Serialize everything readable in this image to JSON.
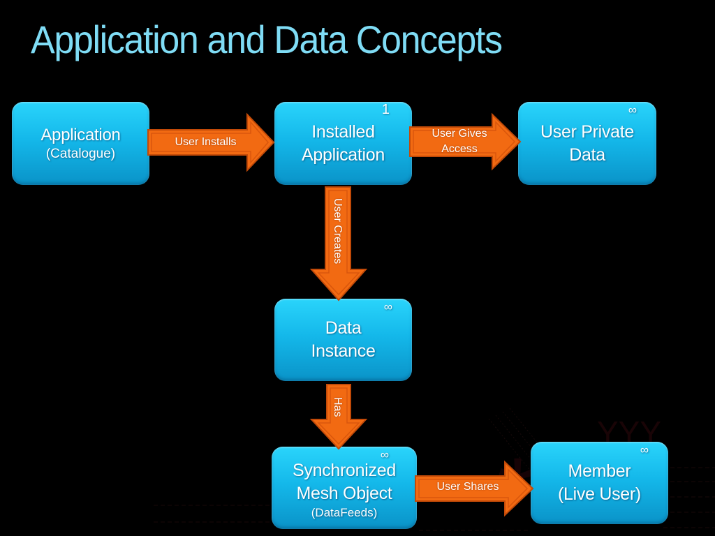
{
  "slide": {
    "title": "Application and Data Concepts",
    "colors": {
      "background": "#000000",
      "title": "#7fdcf5",
      "node_fill": "#14b8ea",
      "arrow_fill": "#f26a12",
      "arrow_edge": "#c24a08"
    }
  },
  "nodes": {
    "application": {
      "main": "Application",
      "sub": "(Catalogue)",
      "multiplicity": ""
    },
    "installed_application": {
      "line1": "Installed",
      "line2": "Application",
      "multiplicity": "1"
    },
    "user_private_data": {
      "line1": "User Private",
      "line2": "Data",
      "multiplicity": "∞"
    },
    "data_instance": {
      "line1": "Data",
      "line2": "Instance",
      "multiplicity": "∞"
    },
    "mesh_object": {
      "line1": "Synchronized",
      "line2": "Mesh Object",
      "sub": "(DataFeeds)",
      "multiplicity": "∞"
    },
    "member": {
      "line1": "Member",
      "line2": "(Live User)",
      "multiplicity": "∞"
    }
  },
  "arrows": {
    "user_installs": {
      "label": "User Installs"
    },
    "user_gives_access": {
      "line1": "User Gives",
      "line2": "Access"
    },
    "user_creates": {
      "label": "User Creates"
    },
    "has": {
      "label": "Has"
    },
    "user_shares": {
      "label": "User Shares"
    }
  }
}
